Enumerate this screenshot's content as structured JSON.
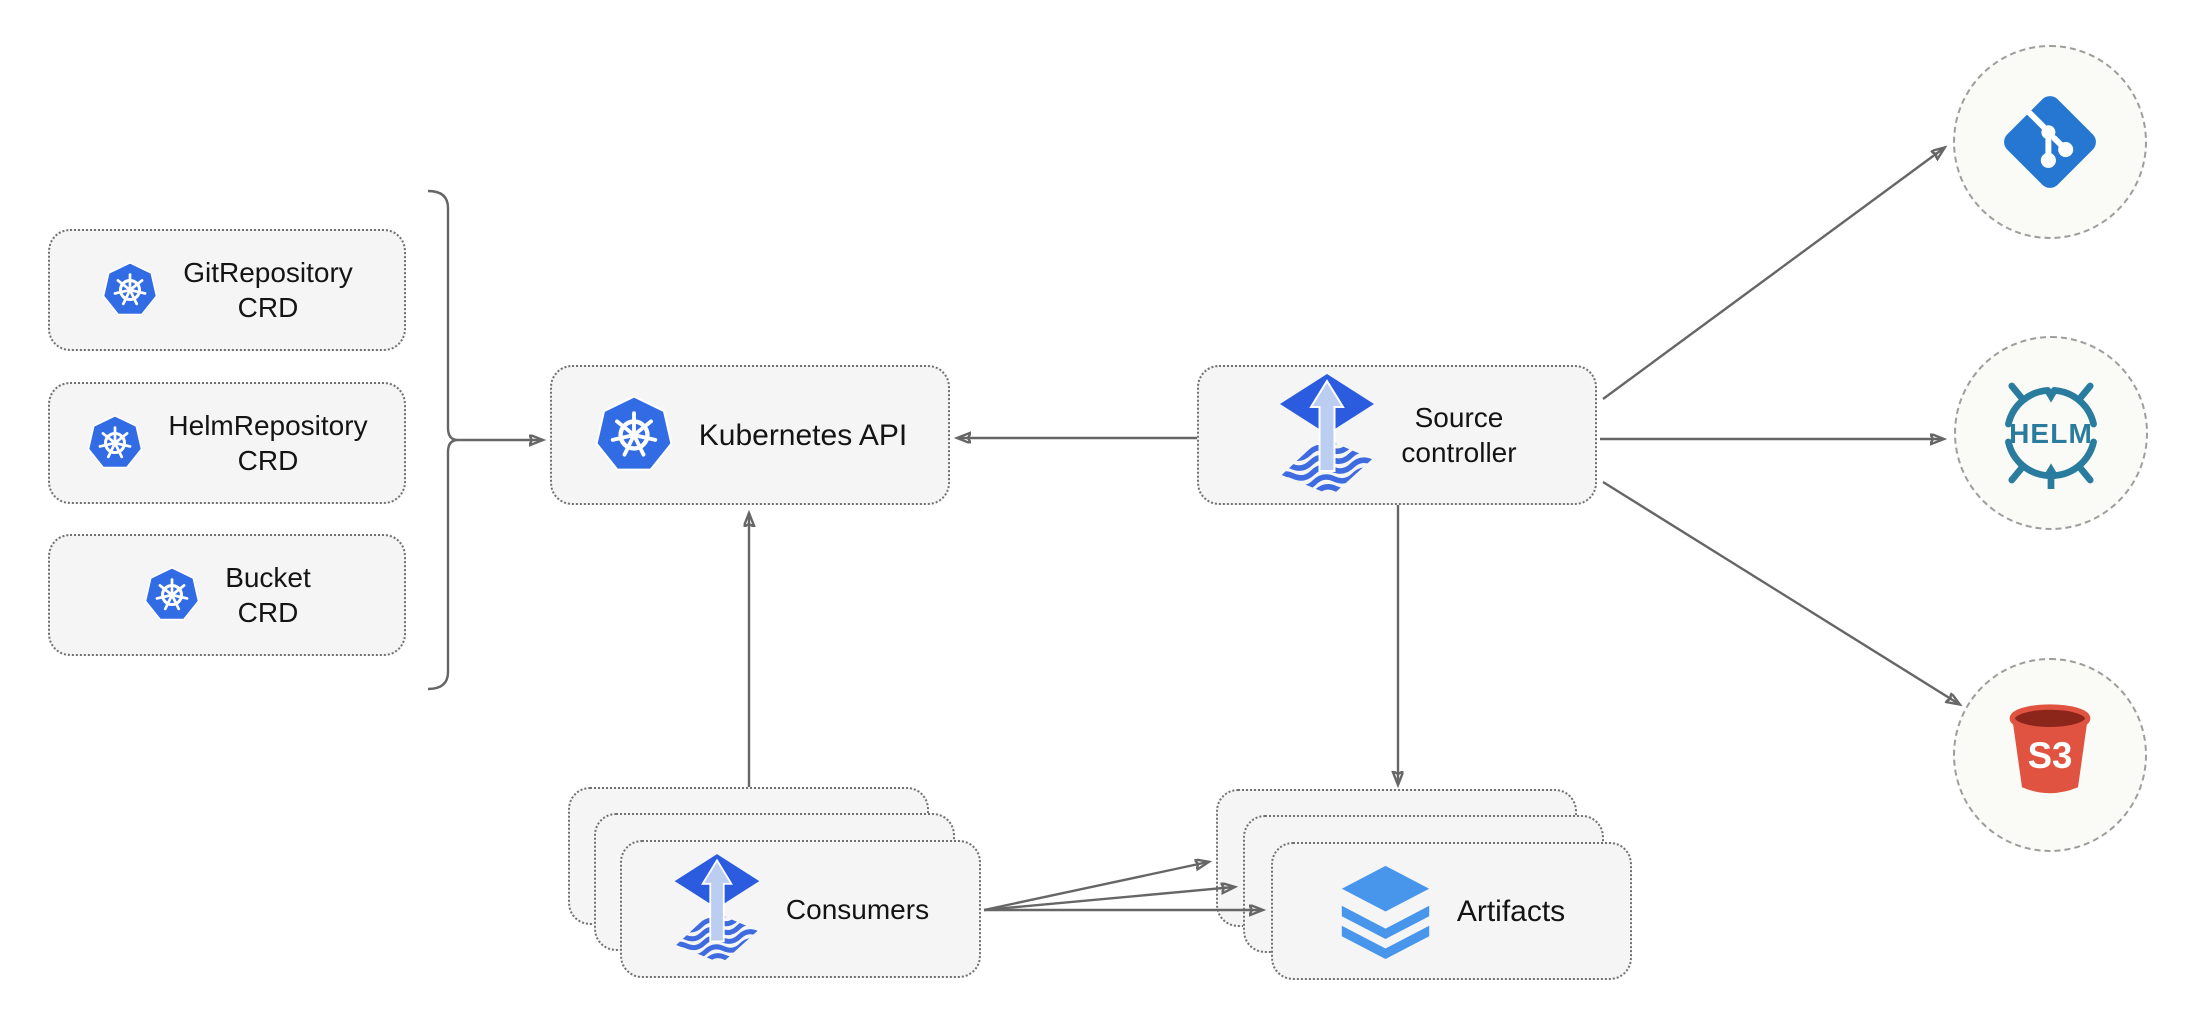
{
  "nodes": {
    "crd_boxes": [
      {
        "line1": "GitRepository",
        "line2": "CRD"
      },
      {
        "line1": "HelmRepository",
        "line2": "CRD"
      },
      {
        "line1": "Bucket",
        "line2": "CRD"
      }
    ],
    "kubernetes_api": {
      "label": "Kubernetes API"
    },
    "source_controller": {
      "line1": "Source",
      "line2": "controller"
    },
    "consumers": {
      "label": "Consumers"
    },
    "artifacts": {
      "label": "Artifacts"
    },
    "helm": {
      "text": "HELM"
    },
    "s3": {
      "text": "S3"
    }
  },
  "icons": {
    "kubernetes": "kubernetes-wheel-icon",
    "flux": "flux-arrow-waves-icon",
    "layers": "artifact-layers-icon",
    "git": "git-branch-icon",
    "helm": "helm-wheel-icon",
    "s3": "s3-bucket-icon"
  },
  "colors": {
    "kubernetes_blue": "#326CE5",
    "flux_blue": "#2B5CE0",
    "flux_arrow_light": "#BCCDF2",
    "flux_waves": "#3E6BDF",
    "layers_blue": "#4896EC",
    "git_blue": "#2577D2",
    "helm_teal": "#2A7C9E",
    "s3_red": "#DF5340",
    "s3_dark_red": "#8C251A",
    "arrow_gray": "#666666",
    "box_fill": "#F5F5F5",
    "box_border": "#717171",
    "circle_fill": "#FAFAF6",
    "circle_border": "#9E9E9E"
  }
}
